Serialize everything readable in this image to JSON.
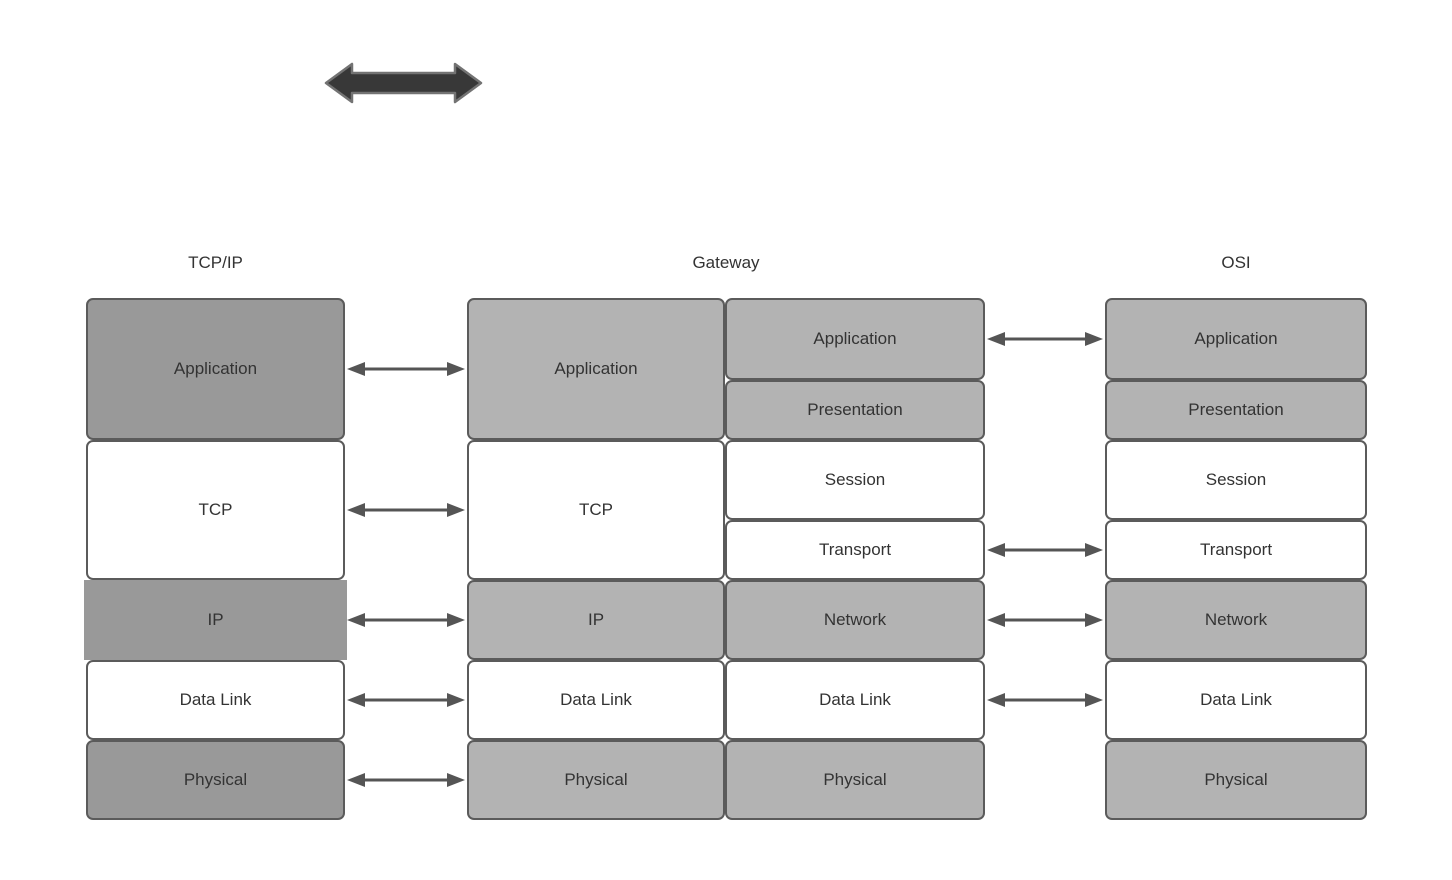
{
  "headers": {
    "tcpip": "TCP/IP",
    "gateway": "Gateway",
    "osi": "OSI"
  },
  "stacks": {
    "tcpip": [
      "Application",
      "TCP",
      "IP",
      "Data Link",
      "Physical"
    ],
    "gateway_left": [
      "Application",
      "TCP",
      "IP",
      "Data Link",
      "Physical"
    ],
    "gateway_right": [
      "Application",
      "Presentation",
      "Session",
      "Transport",
      "Network",
      "Data Link",
      "Physical"
    ],
    "osi": [
      "Application",
      "Presentation",
      "Session",
      "Transport",
      "Network",
      "Data Link",
      "Physical"
    ]
  },
  "connectors": {
    "tcpip_to_gateway_rows": [
      "Application",
      "TCP",
      "IP",
      "Data Link",
      "Physical"
    ],
    "gateway_to_osi_rows": [
      "Application",
      "Transport",
      "Network",
      "Data Link"
    ]
  },
  "colors": {
    "box_dark_gray": "#999999",
    "box_light_gray": "#b3b3b3",
    "box_white": "#ffffff",
    "box_border": "#5b5b5b",
    "label_text": "#333333",
    "connector_arrow": "#555555",
    "thick_arrow_fill": "#383838",
    "thick_arrow_outline": "#737373"
  }
}
